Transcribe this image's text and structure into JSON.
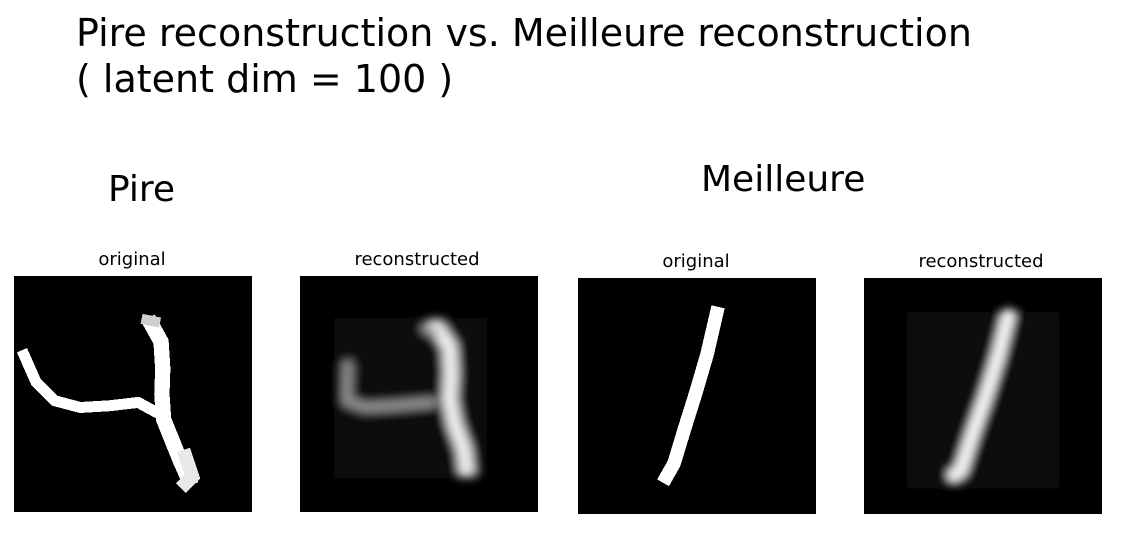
{
  "title": {
    "line1": "Pire reconstruction vs. Meilleure reconstruction",
    "line2": "( latent dim = 100 )"
  },
  "groups": [
    {
      "label": "Pire",
      "digit": "4",
      "panels": [
        {
          "label": "original",
          "kind": "original"
        },
        {
          "label": "reconstructed",
          "kind": "reconstructed"
        }
      ]
    },
    {
      "label": "Meilleure",
      "digit": "1",
      "panels": [
        {
          "label": "original",
          "kind": "original"
        },
        {
          "label": "reconstructed",
          "kind": "reconstructed"
        }
      ]
    }
  ],
  "colors": {
    "background": "#000000",
    "stroke": "#ffffff",
    "text": "#000000"
  }
}
